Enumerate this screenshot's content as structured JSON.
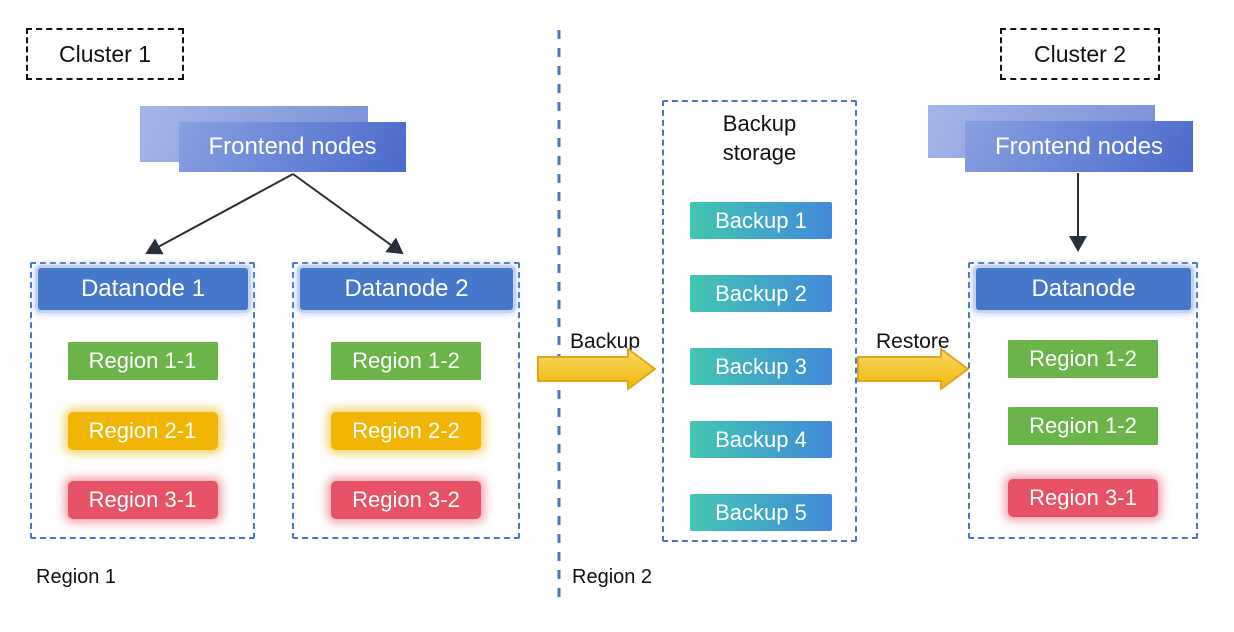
{
  "colors": {
    "dashed_blue": "#4a77c4",
    "dashed_black": "#141414",
    "datanode_header": "#4577ca",
    "region_green": "#6ab449",
    "region_yellow": "#f0b505",
    "region_red": "#e85266",
    "backup_grad_start": "#41c6b2",
    "backup_grad_end": "#4389da",
    "frontend_front_start": "#87a0e0",
    "frontend_front_end": "#4b6acc",
    "frontend_back_start": "#a3b6e6",
    "frontend_back_end": "#7a90d8",
    "arrow_dark": "#26303b",
    "flow_arrow_fill_top": "#f9d966",
    "flow_arrow_fill_bottom": "#efb70a",
    "flow_arrow_stroke": "#e2a41c"
  },
  "cluster1": {
    "label": "Cluster 1",
    "frontend_label": "Frontend nodes",
    "datanode1": {
      "title": "Datanode 1",
      "regions": [
        {
          "label": "Region 1-1",
          "color": "green"
        },
        {
          "label": "Region 2-1",
          "color": "yellow"
        },
        {
          "label": "Region 3-1",
          "color": "red"
        }
      ]
    },
    "datanode2": {
      "title": "Datanode 2",
      "regions": [
        {
          "label": "Region 1-2",
          "color": "green"
        },
        {
          "label": "Region 2-2",
          "color": "yellow"
        },
        {
          "label": "Region 3-2",
          "color": "red"
        }
      ]
    }
  },
  "backup_storage": {
    "title": "Backup storage",
    "items": [
      "Backup 1",
      "Backup 2",
      "Backup 3",
      "Backup 4",
      "Backup 5"
    ]
  },
  "cluster2": {
    "label": "Cluster 2",
    "frontend_label": "Frontend nodes",
    "datanode": {
      "title": "Datanode",
      "regions": [
        {
          "label": "Region 1-2",
          "color": "green"
        },
        {
          "label": "Region 1-2",
          "color": "green"
        },
        {
          "label": "Region 3-1",
          "color": "red"
        }
      ]
    }
  },
  "flows": {
    "backup_label": "Backup",
    "restore_label": "Restore"
  },
  "footers": {
    "region1": "Region 1",
    "region2": "Region 2"
  }
}
